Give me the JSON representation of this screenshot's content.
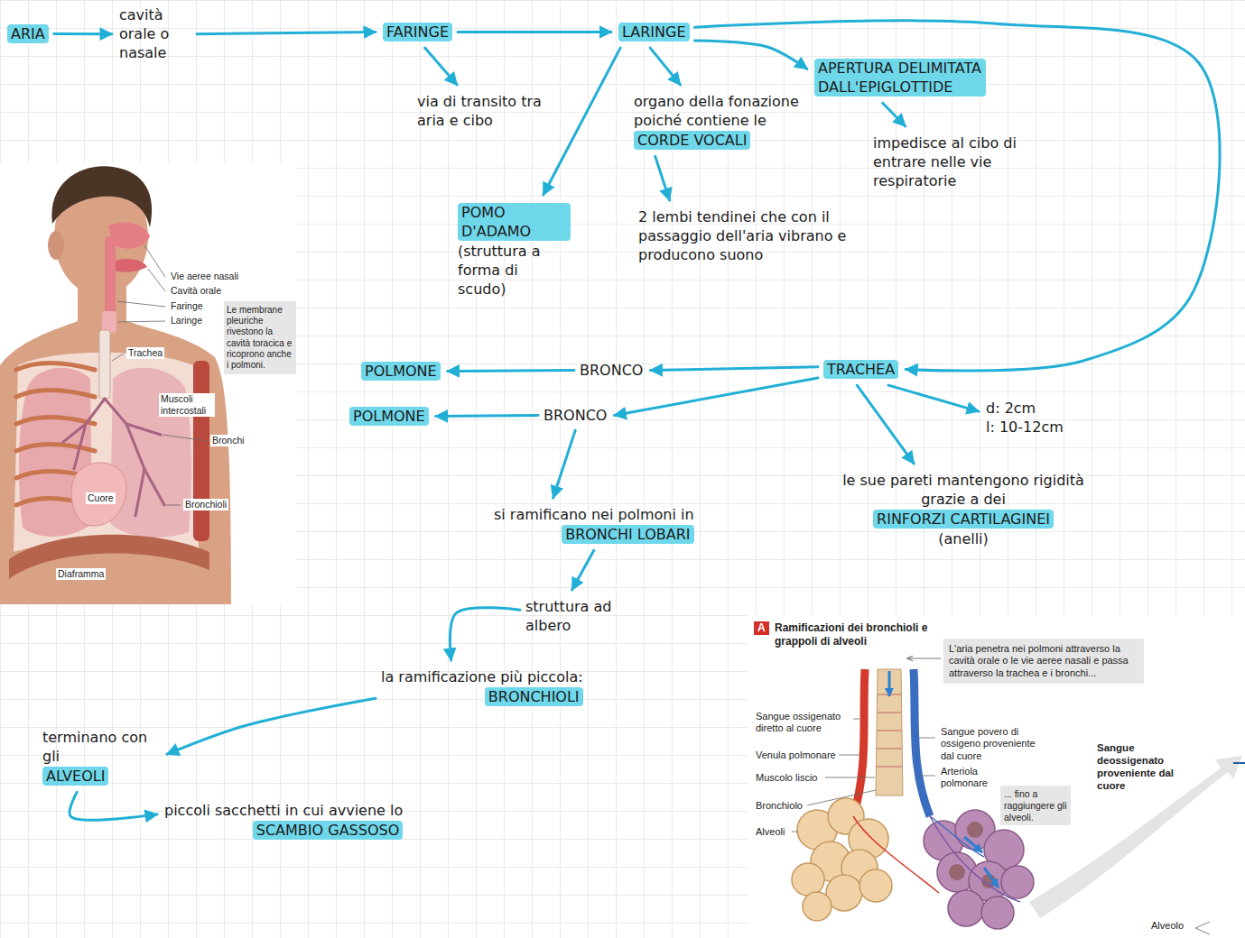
{
  "diagram": {
    "nodes": [
      {
        "text": [
          "ARIA"
        ]
      },
      {
        "text": [
          "cavità orale o nasale"
        ]
      },
      {
        "text": [
          "FARINGE"
        ]
      },
      {
        "text": [
          "LARINGE"
        ]
      },
      {
        "text": [
          "via di transito tra aria e cibo"
        ]
      },
      {
        "text": [
          "POMO D'ADAMO",
          "(struttura a forma di scudo)"
        ]
      },
      {
        "text": [
          "organo della fonazione poiché contiene le",
          "CORDE VOCALI"
        ]
      },
      {
        "text": [
          "2 lembi tendinei che con il passaggio dell'aria vibrano e producono suono"
        ]
      },
      {
        "text": [
          "APERTURA DELIMITATA DALL'EPIGLOTTIDE"
        ]
      },
      {
        "text": [
          "impedisce al cibo di entrare nelle vie respiratorie"
        ]
      },
      {
        "text": [
          "TRACHEA"
        ]
      },
      {
        "text": [
          "BRONCO"
        ]
      },
      {
        "text": [
          "POLMONE"
        ]
      },
      {
        "text": [
          "BRONCO"
        ]
      },
      {
        "text": [
          "POLMONE"
        ]
      },
      {
        "text": [
          "le sue pareti mantengono rigidità grazie a dei",
          "RINFORZI CARTILAGINEI",
          "(anelli)"
        ]
      },
      {
        "text": [
          "d: 2cm",
          "l: 10-12cm"
        ]
      },
      {
        "text": [
          "si ramificano nei polmoni in",
          "BRONCHI LOBARI"
        ]
      },
      {
        "text": [
          "struttura ad albero"
        ]
      },
      {
        "text": [
          "la ramificazione più piccola:",
          "BRONCHIOLI"
        ]
      },
      {
        "text": [
          "terminano con gli",
          "ALVEOLI"
        ]
      },
      {
        "text": [
          "piccoli sacchetti in cui avviene lo",
          "SCAMBIO GASSOSO"
        ]
      }
    ],
    "edges": [
      {
        "from": 0,
        "to": 1,
        "arrow": "to"
      },
      {
        "from": 1,
        "to": 2,
        "arrow": "to"
      },
      {
        "from": 2,
        "to": 3,
        "arrow": "to"
      },
      {
        "from": 2,
        "to": 4,
        "arrow": "to"
      },
      {
        "from": 3,
        "to": 5,
        "arrow": "to"
      },
      {
        "from": 3,
        "to": 6,
        "arrow": "to"
      },
      {
        "from": 6,
        "to": 7,
        "arrow": "to"
      },
      {
        "from": 3,
        "to": 8,
        "arrow": "to"
      },
      {
        "from": 8,
        "to": 9,
        "arrow": "to"
      },
      {
        "from": 3,
        "to": 10,
        "arrow": "to"
      },
      {
        "from": 10,
        "to": 11,
        "arrow": "to"
      },
      {
        "from": 11,
        "to": 12,
        "arrow": "to"
      },
      {
        "from": 10,
        "to": 13,
        "arrow": "to"
      },
      {
        "from": 13,
        "to": 14,
        "arrow": "to"
      },
      {
        "from": 10,
        "to": 15,
        "arrow": "to"
      },
      {
        "from": 10,
        "to": 16,
        "arrow": "to"
      },
      {
        "from": 13,
        "to": 17,
        "arrow": "to"
      },
      {
        "from": 17,
        "to": 18,
        "arrow": "to"
      },
      {
        "from": 18,
        "to": 19,
        "arrow": "to"
      },
      {
        "from": 19,
        "to": 20,
        "arrow": "to"
      },
      {
        "from": 20,
        "to": 21,
        "arrow": "to"
      }
    ],
    "labels": [
      "Vie aeree nasali",
      "Cavità orale",
      "Faringe",
      "Laringe",
      "Le membrane pleuriche rivestono la cavità toracica e ricoprono anche i polmoni.",
      "Trachea",
      "Muscoli intercostali",
      "Bronchi",
      "Bronchioli",
      "Cuore",
      "Diaframma",
      "A",
      "Ramificazioni dei bronchioli e grappoli di alveoli",
      "L'aria penetra nei polmoni attraverso la cavità orale o le vie aeree nasali e passa attraverso la trachea e i bronchi...",
      "Sangue ossigenato diretto al cuore",
      "Venula polmonare",
      "Muscolo liscio",
      "Bronchiolo",
      "Alveoli",
      "Sangue povero di ossigeno proveniente dal cuore",
      "Arteriola polmonare",
      "... fino a raggiungere gli alveoli.",
      "Sangue deossigenato proveniente dal cuore",
      "Alveolo"
    ]
  }
}
